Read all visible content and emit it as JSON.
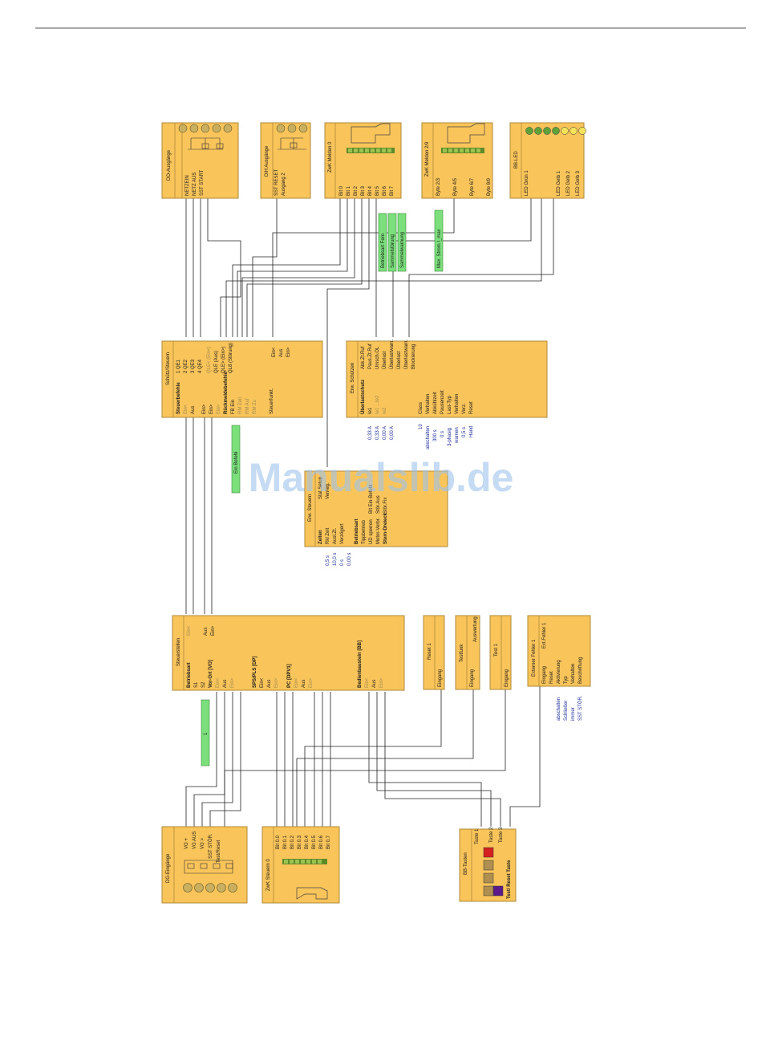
{
  "watermark": "Manualslib.de",
  "blocks": {
    "dig_out": {
      "title": "DO-Ausgänge",
      "outputs": [
        "NETZEIN",
        "NETZ AUS",
        "SST START"
      ]
    },
    "dig_out2": {
      "title": "DiH Ausgänge",
      "outputs": [
        "SST RESET",
        "Ausgang 2"
      ]
    },
    "melden0": {
      "title": "ZwK Melden 0",
      "outputs": [
        "Bit 0",
        "Bit 1",
        "Bit 2",
        "Bit 3",
        "Bit 4",
        "Bit 5",
        "Bit 6",
        "Bit 7"
      ]
    },
    "melden29": {
      "title": "ZwK Melden 2/9",
      "outputs": [
        "Byte 2/3",
        "Byte 4/5",
        "Byte 6/7",
        "Byte 8/9"
      ]
    },
    "bb_led": {
      "title": "BB-LED",
      "outputs": [
        "LED Grün 1",
        "LED Gelb 1",
        "LED Gelb 2",
        "LED Gelb 3"
      ]
    },
    "schuetz": {
      "title": "Schütz/Steuern",
      "rows": [
        "Steuerbefehle",
        "Ein<",
        "Aus",
        "Ein>",
        "Ein>",
        "Ein>",
        "Rückmeldebefehle",
        "FB Ein",
        "RM Zeit",
        "RM Auf",
        "RM Zu",
        "Steuerfunkt."
      ],
      "rows_right": [
        "1 QE1",
        "2 QE2",
        "3 QE3",
        "4 QE4",
        "QLE< (Ein<)",
        "QLE (Aus)",
        "QLE> (Ein>)",
        "QL8 (Störung)",
        "Ein<",
        "Aus",
        "Ein>"
      ]
    },
    "erw_schuetzen": {
      "title": "Erw. Schützen",
      "rows": [
        "Überlastschutz",
        "Ie1",
        "Ie1 ...Ie2",
        "Ie2",
        "Class",
        "Verhalten",
        "Abkühlzeit",
        "Pausenzeit",
        "Last-Typ",
        "Verhalten",
        "Verz.",
        "Reset"
      ],
      "rows_right": [
        "Abk.Zt.Ruf",
        "Paus.Zt.Ruf",
        "Umsch.OL",
        "Überlast",
        "Überlastwarn.",
        "Überlast",
        "Überlastwarn.",
        "Blockierung"
      ],
      "values": [
        "0,33 A",
        "0,33 A",
        "0,00 A",
        "0,00 A",
        "10",
        "abschalten",
        "300 s",
        "0 s",
        "3-phasig",
        "warnen",
        "0,5 s",
        "Hand"
      ]
    },
    "erw_steuern": {
      "title": "Erw. Steuern",
      "rows": [
        "Zeiten",
        "Rkl Zeit",
        "Ausl.Zt.",
        "Verzögert",
        "Betriebsart",
        "Tippbetrieb",
        "UD sperren",
        "Motor-Verbr.",
        "Stern-Dreieck"
      ],
      "rows_right": [
        "Stat.Setup",
        "Verrieg.",
        "Bit Ein-Befehl",
        "Stör.Aus",
        "Stör.Fix"
      ],
      "values": [
        "0,5 s",
        "10,0 s",
        "0 s",
        "0,00 s"
      ]
    },
    "steuerstellen": {
      "title": "Steuerstellen",
      "rows": [
        "Betriebsart",
        "S1",
        "S2",
        "Vor-Ort [VO]",
        "Ein<",
        "Aus",
        "Ein>",
        "SPS/PLS [DP]",
        "Ein<",
        "Aus",
        "Ein>",
        "PC [DPV1]",
        "Ein<",
        "Aus",
        "Ein>",
        "Bedienbaustein [BB]",
        "Ein<",
        "Aus",
        "Ein>"
      ],
      "rows_right": [
        "Ein<",
        "Aus",
        "Ein>"
      ]
    },
    "reset": {
      "title": "Reset 1",
      "input": "Eingang"
    },
    "testfunk": {
      "title": "Testfunk",
      "input": "Eingang",
      "right": "Auswertung"
    },
    "test1": {
      "title": "Test 1",
      "input": "Eingang"
    },
    "ext_fehler": {
      "title": "Externer Fehler 1",
      "rows": [
        "Eingang",
        "Reset",
        "Aktivierung",
        "Typ",
        "Verhalten",
        "Beschriftung"
      ],
      "right": "Ext.Fehler 1",
      "values": [
        "abschalten",
        "Schließer",
        "immer",
        "SST STÖR."
      ]
    },
    "dig_in": {
      "title": "DG-Eingänge",
      "inputs": [
        "VO +",
        "VO AUS",
        "VO >",
        "SST STÖR.",
        "Test/Reset"
      ]
    },
    "steuern0": {
      "title": "ZwK Steuern 0",
      "inputs": [
        "Bit 0.0",
        "Bit 0.1",
        "Bit 0.2",
        "Bit 0.3",
        "Bit 0.4",
        "Bit 0.5",
        "Bit 0.6",
        "Bit 0.7"
      ]
    },
    "bb_tasten": {
      "title": "BB-Tasten",
      "inputs": [
        "Taste 1",
        "Taste 2",
        "Taste 3",
        "Test/ Reset Taste"
      ]
    }
  },
  "green_labels": {
    "g1": [
      "Betriebsart Fern",
      "Sammelstörung",
      "Sammelwarnung"
    ],
    "g2": [
      "Max. Strom I_max"
    ],
    "g3": [
      "Ein Befehl"
    ],
    "g4": [
      "1"
    ]
  },
  "colors": {
    "block_fill": "#f9c45a",
    "block_border": "#b08a3a",
    "green_fill": "#7be07b",
    "wire": "#222222",
    "led_green": "#5ea33a",
    "led_yellow": "#f3e25a",
    "button_red": "#d42020",
    "button_purple": "#5a1a8a"
  }
}
